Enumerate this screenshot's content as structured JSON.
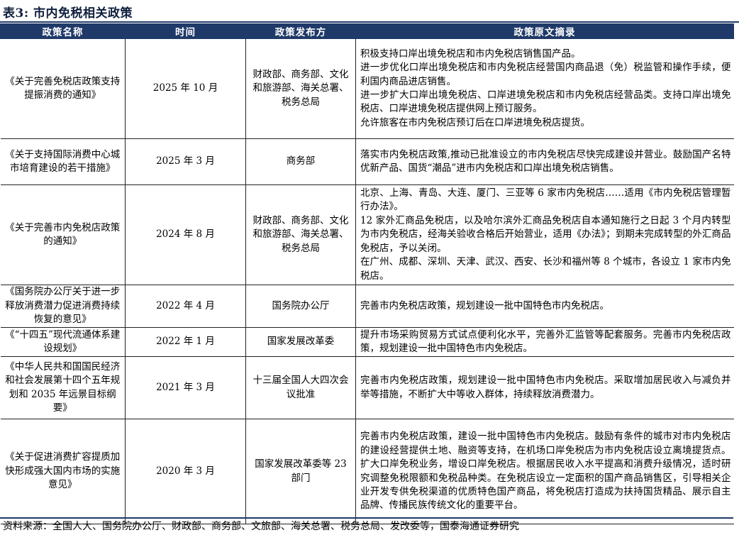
{
  "title": "表3:  市内免税相关政策",
  "headers": [
    "政策名称",
    "时间",
    "政策发布方",
    "政策原文摘录"
  ],
  "rows": [
    {
      "name": "《关于完善免税店政策支持提振消费的通知》",
      "time": "2025 年 10 月",
      "issuer": "财政部、商务部、文化和旅游部、海关总署、税务总局",
      "excerpt": [
        "积极支持口岸出境免税店和市内免税店销售国产品。",
        "进一步优化口岸出境免税店和市内免税店经营国内商品退（免）税监管和操作手续，便利国内商品进店销售。",
        "进一步扩大口岸出境免税店、口岸进境免税店和市内免税店经营品类。支持口岸出境免税店、口岸进境免税店提供网上预订服务。",
        "允许旅客在市内免税店预订后在口岸进境免税店提货。"
      ]
    },
    {
      "name": "《关于支持国际消费中心城市培育建设的若干措施》",
      "time": "2025 年 3 月",
      "issuer": "商务部",
      "excerpt": [
        "落实市内免税店政策,推动已批准设立的市内免税店尽快完成建设并营业。鼓励国产名特优新产品、国货“潮品”进市内免税店和口岸出境免税店销售。"
      ]
    },
    {
      "name": "《关于完善市内免税店政策的通知》",
      "time": "2024 年 8 月",
      "issuer": "财政部、商务部、文化和旅游部、海关总署、税务总局",
      "excerpt": [
        "北京、上海、青岛、大连、厦门、三亚等 6 家市内免税店……适用《市内免税店管理暂行办法》。",
        "12 家外汇商品免税店，以及哈尔滨外汇商品免税店自本通知施行之日起 3 个月内转型为市内免税店，经海关验收合格后开始营业，适用《办法》；到期未完成转型的外汇商品免税店，予以关闭。",
        "在广州、成都、深圳、天津、武汉、西安、长沙和福州等 8 个城市，各设立 1 家市内免税店。"
      ]
    },
    {
      "name": "《国务院办公厅关于进一步释放消费潜力促进消费持续恢复的意见》",
      "time": "2022 年 4 月",
      "issuer": "国务院办公厅",
      "excerpt": [
        "完善市内免税店政策，规划建设一批中国特色市内免税店。"
      ]
    },
    {
      "name": "《“十四五”现代流通体系建设规划》",
      "time": "2022 年 1 月",
      "issuer": "国家发展改革委",
      "excerpt": [
        "提升市场采购贸易方式试点便利化水平，完善外汇监管等配套服务。完善市内免税店政策，规划建设一批中国特色市内免税店。"
      ]
    },
    {
      "name": "《中华人民共和国国民经济和社会发展第十四个五年规划和 2035 年远景目标纲要》",
      "time": "2021 年 3 月",
      "issuer": "十三届全国人大四次会议批准",
      "excerpt": [
        "完善市内免税店政策，规划建设一批中国特色市内免税店。采取增加居民收入与减负并举等措施，不断扩大中等收入群体，持续释放消费潜力。"
      ]
    },
    {
      "name": "《关于促进消费扩容提质加快形成强大国内市场的实施意见》",
      "time": "2020 年 3 月",
      "issuer": "国家发展改革委等 23 部门",
      "excerpt": [
        "完善市内免税店政策，建设一批中国特色市内免税店。鼓励有条件的城市对市内免税店的建设经营提供土地、融资等支持，在机场口岸免税店为市内免税店设立离境提货点。扩大口岸免税业务，增设口岸免税店。根据居民收入水平提高和消费升级情况，适时研究调整免税限额和免税品种类。在免税店设立一定面积的国产商品销售区，引导相关企业开发专供免税渠道的优质特色国产商品，将免税店打造成为扶持国货精品、展示自主品牌、传播民族传统文化的重要平台。"
      ]
    }
  ],
  "source": "资料来源：全国人大、国务院办公厅、财政部、商务部、文旅部、海关总署、税务总局、发改委等，国泰海通证券研究"
}
